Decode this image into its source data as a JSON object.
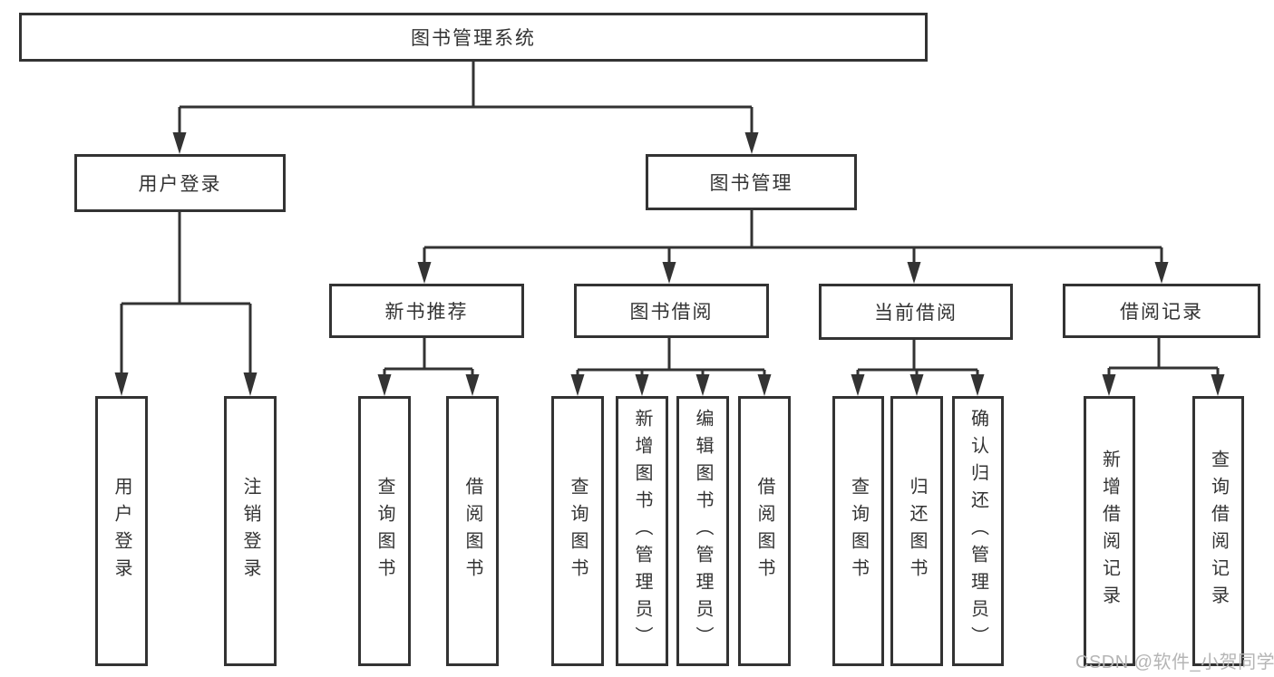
{
  "diagram": {
    "type": "hierarchy-tree",
    "watermark": "CSDN @软件_小贺同学",
    "colors": {
      "line": "#333333",
      "text": "#333333",
      "box_background": "#ffffff",
      "page_background": "#ffffff",
      "watermark": "#b5b5b5"
    },
    "nodes": {
      "root": {
        "label": "图书管理系统"
      },
      "user_login": {
        "label": "用户登录"
      },
      "book_mgmt": {
        "label": "图书管理"
      },
      "new_book": {
        "label": "新书推荐"
      },
      "book_borrow": {
        "label": "图书借阅"
      },
      "current_borrow": {
        "label": "当前借阅"
      },
      "borrow_record": {
        "label": "借阅记录"
      },
      "a1": {
        "label": "用户登录"
      },
      "a2": {
        "label": "注销登录"
      },
      "b1": {
        "label": "查询图书"
      },
      "b2": {
        "label": "借阅图书"
      },
      "c1": {
        "label": "查询图书"
      },
      "c2": {
        "label": "新增图书（管理员）"
      },
      "c3": {
        "label": "编辑图书（管理员）"
      },
      "c4": {
        "label": "借阅图书"
      },
      "d1": {
        "label": "查询图书"
      },
      "d2": {
        "label": "归还图书"
      },
      "d3": {
        "label": "确认归还（管理员）"
      },
      "e1": {
        "label": "新增借阅记录"
      },
      "e2": {
        "label": "查询借阅记录"
      }
    },
    "edges": [
      [
        "root",
        "user_login"
      ],
      [
        "root",
        "book_mgmt"
      ],
      [
        "user_login",
        "a1"
      ],
      [
        "user_login",
        "a2"
      ],
      [
        "book_mgmt",
        "new_book"
      ],
      [
        "book_mgmt",
        "book_borrow"
      ],
      [
        "book_mgmt",
        "current_borrow"
      ],
      [
        "book_mgmt",
        "borrow_record"
      ],
      [
        "new_book",
        "b1"
      ],
      [
        "new_book",
        "b2"
      ],
      [
        "book_borrow",
        "c1"
      ],
      [
        "book_borrow",
        "c2"
      ],
      [
        "book_borrow",
        "c3"
      ],
      [
        "book_borrow",
        "c4"
      ],
      [
        "current_borrow",
        "d1"
      ],
      [
        "current_borrow",
        "d2"
      ],
      [
        "current_borrow",
        "d3"
      ],
      [
        "borrow_record",
        "e1"
      ],
      [
        "borrow_record",
        "e2"
      ]
    ]
  }
}
